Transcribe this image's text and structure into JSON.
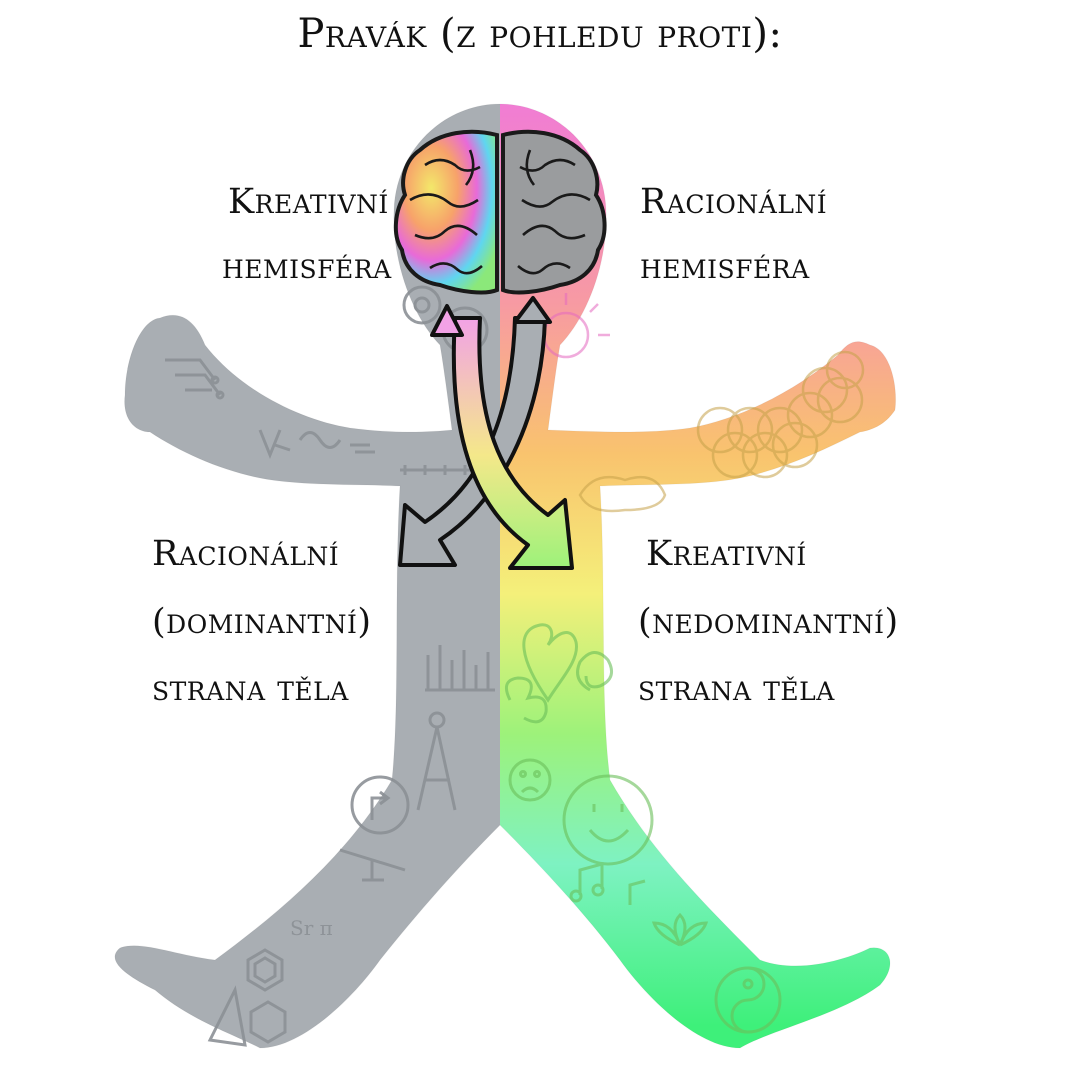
{
  "title": "Pravák (z pohledu proti):",
  "labels": {
    "left_hemisphere": [
      "Kreativní",
      "hemisféra"
    ],
    "right_hemisphere": [
      "Racionální",
      "hemisféra"
    ],
    "left_body": [
      "Racionální",
      "(dominantní)",
      "strana těla"
    ],
    "right_body": [
      "Kreativní",
      "(nedominantní)",
      "strana těla"
    ]
  },
  "colors": {
    "rational_side": "#a9aeb3",
    "creative_gradient": [
      "#f07ad8",
      "#f79aa3",
      "#f9c36e",
      "#f4f07a",
      "#9df27a",
      "#7ef2c2",
      "#3ef07a"
    ],
    "brain_gray": "#9a9c9e",
    "outline": "#1a1a1a"
  },
  "icons": [
    "brain-icon",
    "gear-icon",
    "sun-icon",
    "compass-icon",
    "bar-chart-icon",
    "hexagon-icon",
    "heart-icon",
    "smiley-icon",
    "yin-yang-icon",
    "flower-pattern-icon",
    "music-note-icon",
    "circuit-icon"
  ]
}
